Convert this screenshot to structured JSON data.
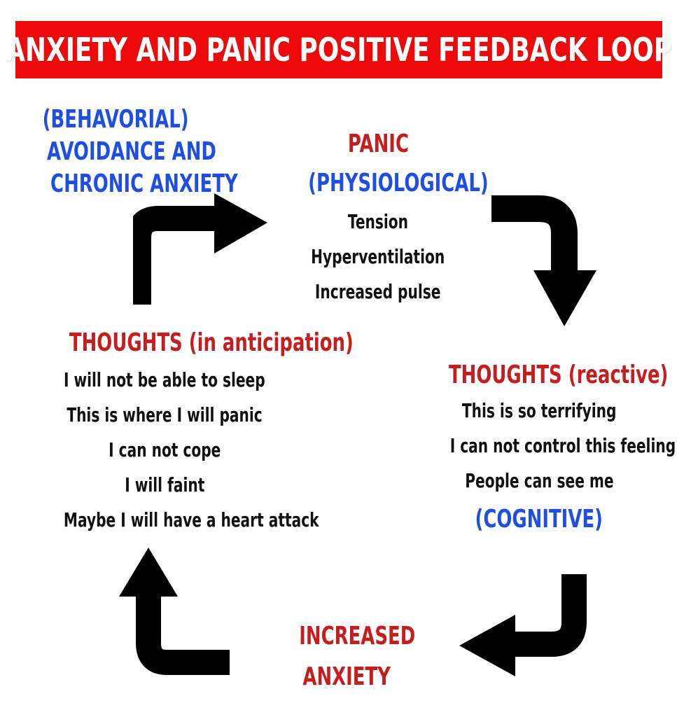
{
  "title": "ANXIETY AND PANIC POSITIVE FEEDBACK LOOP",
  "colors": {
    "banner": "#ee0a0a",
    "heading_red": "#c41e1e",
    "heading_blue": "#1f4fe0",
    "text": "#111111",
    "arrow": "#000000"
  },
  "behavioral": {
    "label": "(BEHAVORIAL)",
    "lines": [
      "AVOIDANCE AND",
      "CHRONIC ANXIETY"
    ]
  },
  "panic": {
    "heading": "PANIC",
    "label": "(PHYSIOLOGICAL)",
    "symptoms": [
      "Tension",
      "Hyperventilation",
      "Increased pulse"
    ]
  },
  "anticipation": {
    "heading": "THOUGHTS (in anticipation)",
    "items": [
      "I will not be able to sleep",
      "This is where I will panic",
      "I can not cope",
      "I will faint",
      "Maybe I will have a heart attack"
    ]
  },
  "reactive": {
    "heading": "THOUGHTS (reactive)",
    "items": [
      "This is so terrifying",
      "I can not control this feeling",
      "People can see me"
    ],
    "label": "(COGNITIVE)"
  },
  "increased": {
    "lines": [
      "INCREASED",
      "ANXIETY"
    ]
  },
  "icons": [
    "bent-arrow-right-icon",
    "bent-arrow-down-icon",
    "bent-arrow-left-icon",
    "bent-arrow-up-icon"
  ]
}
